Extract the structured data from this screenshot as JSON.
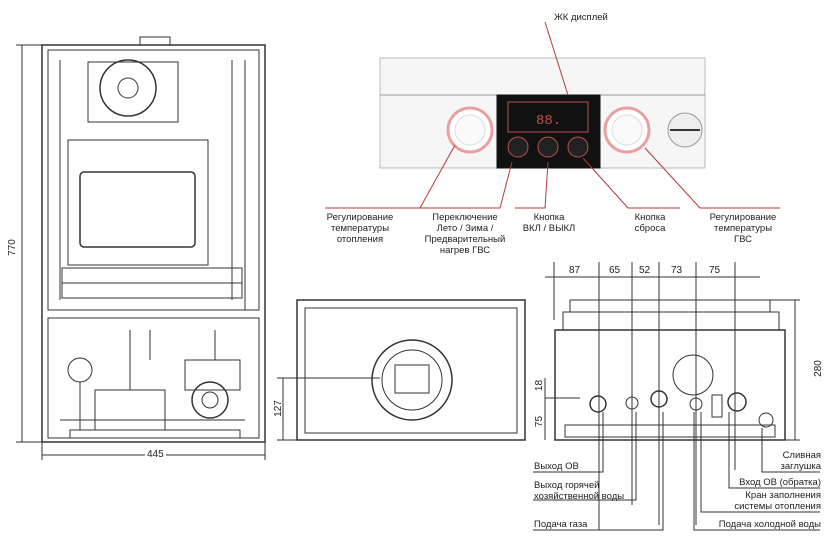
{
  "panel": {
    "display_label": "ЖК дисплей",
    "controls": [
      {
        "label": "Регулирование\nтемпературы\nотопления"
      },
      {
        "label": "Переключение\nЛето / Зима /\nПредварительный\nнагрев ГВС"
      },
      {
        "label": "Кнопка\nВКЛ / ВЫКЛ"
      },
      {
        "label": "Кнопка\nсброса"
      },
      {
        "label": "Регулирование\nтемпературы\nГВС"
      }
    ],
    "accent_color": "#c0504d"
  },
  "front_view": {
    "height_mm": "770",
    "width_mm": "445"
  },
  "bottom_view": {
    "flue_height_mm": "127"
  },
  "connections_view": {
    "spacings_mm": [
      "87",
      "65",
      "52",
      "73",
      "75"
    ],
    "depth_mm": "280",
    "offset_mm": [
      "18",
      "75"
    ],
    "left_callouts": [
      "Выход ОВ",
      "Выход горячей\nхозяйственной воды",
      "Подача газа"
    ],
    "right_callouts": [
      "Сливная\nзаглушка",
      "Вход ОВ (обратка)",
      "Кран заполнения\nсистемы отопления",
      "Подача холодной воды"
    ]
  }
}
